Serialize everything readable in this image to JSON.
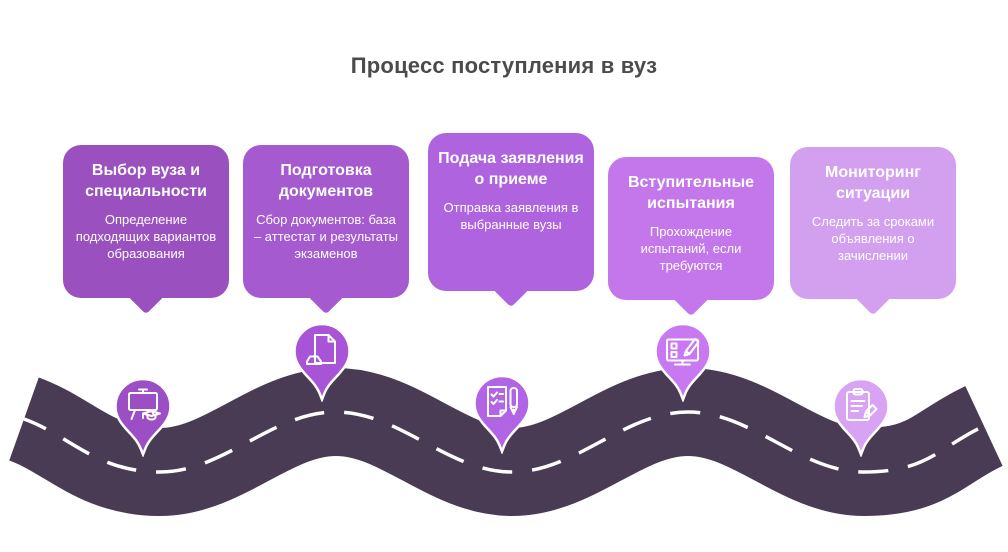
{
  "title": "Процесс поступления в вуз",
  "colors": {
    "background": "#FFFFFF",
    "title_text": "#4B4B4B",
    "road": "#493B53",
    "road_dash": "#FFFFFF",
    "pin_icon_stroke": "#FFFFFF"
  },
  "steps": [
    {
      "title": "Выбор вуза и специальности",
      "description": "Определение подходящих вариантов образования",
      "card_color": "#9B50C0",
      "pin_color": "#9C4EC5",
      "icon": "easel-graduation-icon"
    },
    {
      "title": "Подготовка документов",
      "description": "Сбор документов: база – аттестат и результаты экзаменов",
      "card_color": "#A55AD0",
      "pin_color": "#A854D6",
      "icon": "documents-icon"
    },
    {
      "title": "Подача заявления о приеме",
      "description": "Отправка заявления в выбранные вузы",
      "card_color": "#AF63DE",
      "pin_color": "#B164E4",
      "icon": "checklist-pen-icon"
    },
    {
      "title": "Вступительные испытания",
      "description": "Прохождение испытаний, если требуются",
      "card_color": "#C377EA",
      "pin_color": "#C878F0",
      "icon": "monitor-pencil-icon"
    },
    {
      "title": "Мониторинг ситуации",
      "description": "Следить за сроками объявления о зачислении",
      "card_color": "#D2A0EF",
      "pin_color": "#D7A3F2",
      "icon": "clipboard-pencil-icon"
    }
  ]
}
